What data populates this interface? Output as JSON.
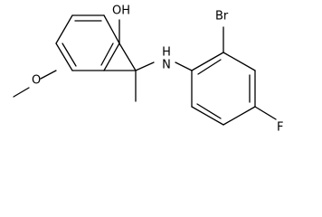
{
  "molecule": {
    "atom_labels": {
      "hydroxyl": "OH",
      "amine": "H\nN",
      "amine_h": "H",
      "amine_n": "N",
      "bromine": "Br",
      "fluorine": "F",
      "methoxy_oxygen": "O"
    },
    "colors": {
      "bond": "#000000",
      "label": "#000000",
      "background": "#ffffff"
    }
  }
}
